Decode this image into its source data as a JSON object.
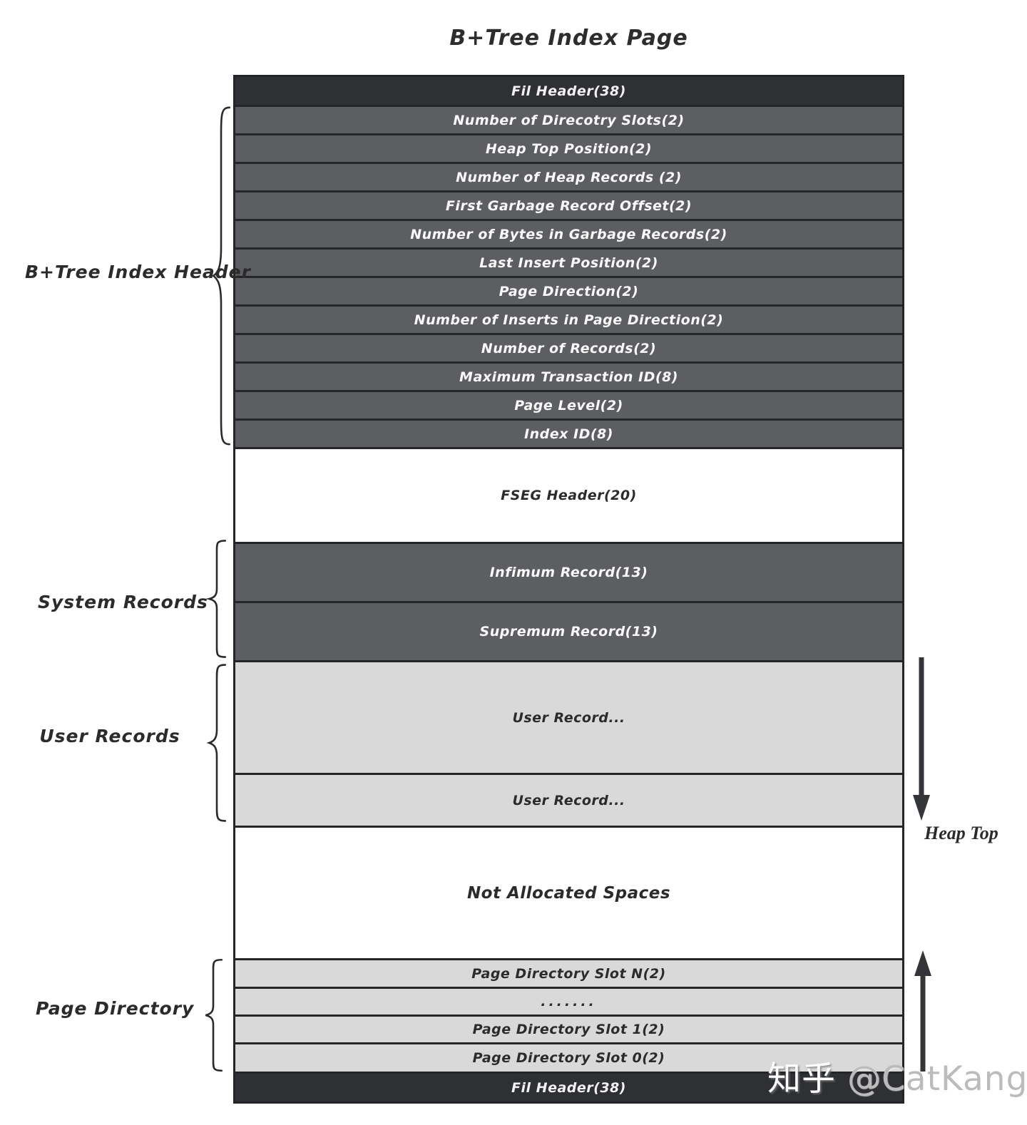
{
  "title": "B+Tree Index Page",
  "table": {
    "rows": [
      {
        "label": "Fil Header(38)"
      },
      {
        "label": "Number of Direcotry Slots(2)"
      },
      {
        "label": "Heap Top Position(2)"
      },
      {
        "label": "Number of Heap Records (2)"
      },
      {
        "label": "First Garbage Record Offset(2)"
      },
      {
        "label": "Number of Bytes in Garbage Records(2)"
      },
      {
        "label": "Last Insert Position(2)"
      },
      {
        "label": "Page Direction(2)"
      },
      {
        "label": "Number of Inserts in Page Direction(2)"
      },
      {
        "label": "Number of Records(2)"
      },
      {
        "label": "Maximum Transaction ID(8)"
      },
      {
        "label": "Page Level(2)"
      },
      {
        "label": "Index ID(8)"
      },
      {
        "label": "FSEG Header(20)"
      },
      {
        "label": "Infimum Record(13)"
      },
      {
        "label": "Supremum Record(13)"
      },
      {
        "label": "User Record..."
      },
      {
        "label": "User Record..."
      },
      {
        "label": "Not Allocated Spaces"
      },
      {
        "label": "Page Directory Slot N(2)"
      },
      {
        "label": "......."
      },
      {
        "label": "Page Directory Slot 1(2)"
      },
      {
        "label": "Page Directory Slot 0(2)"
      },
      {
        "label": "Fil Header(38)"
      }
    ]
  },
  "group_labels": {
    "btree_index_header": "B+Tree Index Header",
    "system_records": "System Records",
    "user_records": "User Records",
    "page_directory": "Page Directory"
  },
  "annotations": {
    "heap_top": "Heap Top"
  },
  "watermark": {
    "site": "知乎",
    "handle": "@CatKang"
  },
  "colors": {
    "dark_row": "#2e3034",
    "mid_row": "#5d5e61",
    "light_row": "#d9d9d9",
    "white_row": "#ffffff",
    "border": "#232528"
  }
}
